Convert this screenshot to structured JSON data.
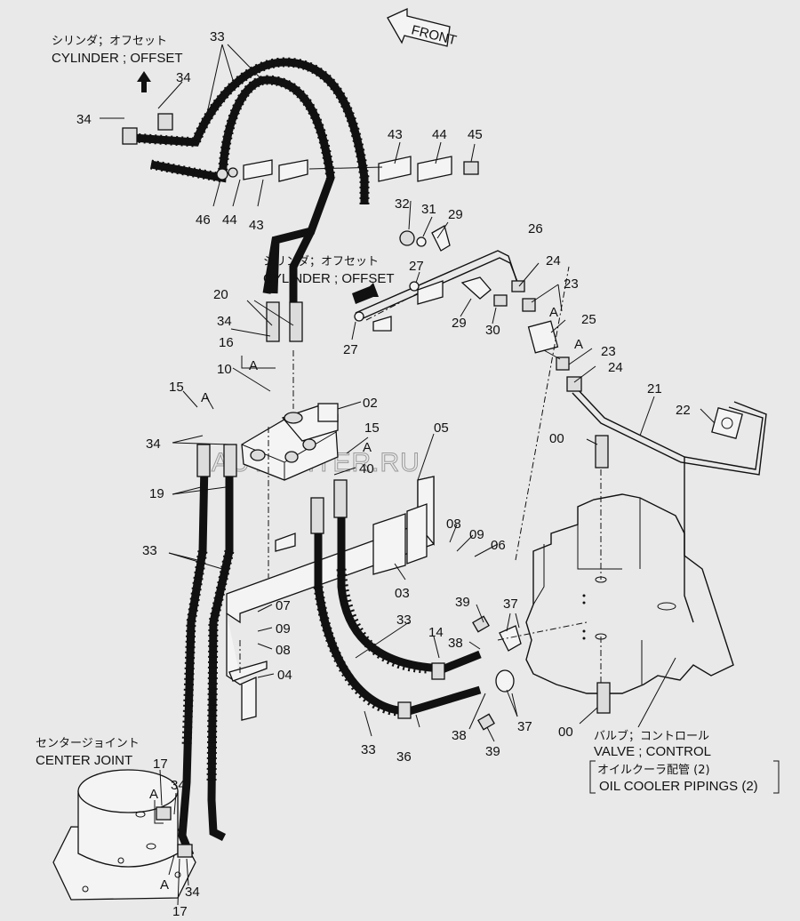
{
  "watermark": "AUTOPITER.RU",
  "front_label": "FRONT",
  "callouts": {
    "cyl_top_jp": "シリンダ；オフセット",
    "cyl_top_en": "CYLINDER ; OFFSET",
    "cyl_mid_jp": "シリンダ；オフセット",
    "cyl_mid_en": "CYLINDER ; OFFSET",
    "center_jp": "センタージョイント",
    "center_en": "CENTER JOINT",
    "valve_jp": "バルブ；コントロール",
    "valve_en": "VALVE ; CONTROL",
    "cooler_jp": "オイルクーラ配管 (2)",
    "cooler_en": "OIL COOLER PIPINGS (2)"
  },
  "part_numbers": [
    "33",
    "34",
    "34",
    "43",
    "44",
    "45",
    "46",
    "44",
    "43",
    "32",
    "31",
    "29",
    "26",
    "27",
    "24",
    "23",
    "A",
    "25",
    "A",
    "23",
    "24",
    "27",
    "29",
    "30",
    "20",
    "34",
    "16",
    "A",
    "10",
    "02",
    "15",
    "A",
    "15",
    "A",
    "34",
    "05",
    "00",
    "21",
    "22",
    "40",
    "19",
    "08",
    "09",
    "06",
    "33",
    "03",
    "07",
    "09",
    "08",
    "04",
    "39",
    "37",
    "33",
    "14",
    "38",
    "36",
    "33",
    "38",
    "37",
    "39",
    "00",
    "17",
    "A",
    "34",
    "A",
    "34",
    "17"
  ]
}
